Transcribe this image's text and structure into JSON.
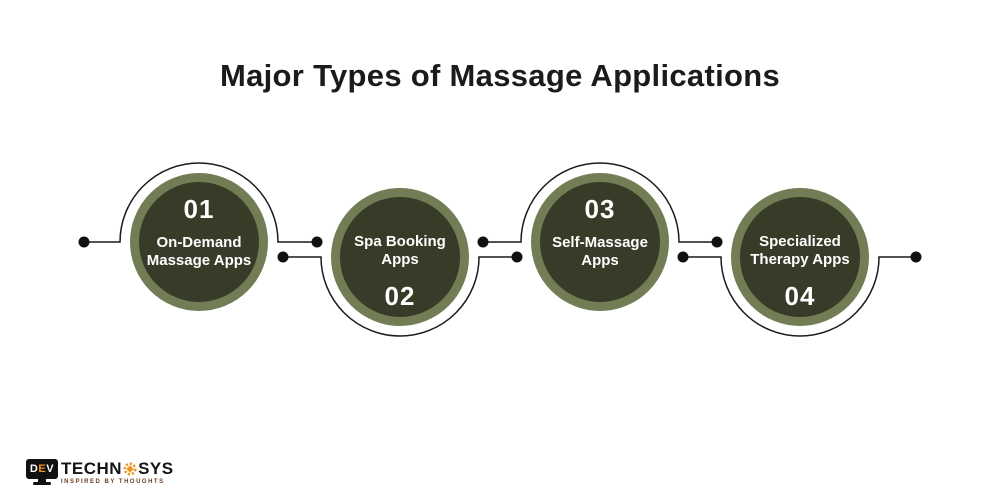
{
  "title": "Major Types of Massage Applications",
  "items": [
    {
      "number": "01",
      "label": "On-Demand Massage Apps",
      "lines": [
        "On-Demand",
        "Massage Apps"
      ]
    },
    {
      "number": "02",
      "label": "Spa Booking Apps",
      "lines": [
        "Spa Booking",
        "Apps"
      ]
    },
    {
      "number": "03",
      "label": "Self-Massage Apps",
      "lines": [
        "Self-Massage",
        "Apps"
      ]
    },
    {
      "number": "04",
      "label": "Specialized Therapy Apps",
      "lines": [
        "Specialized",
        "Therapy Apps"
      ]
    }
  ],
  "colors": {
    "background": "#FFFFFF",
    "circle_fill": "#373B27",
    "circle_ring": "#727D55",
    "connector_line": "#1A1A1A",
    "circle_text": "#FFFFFF",
    "title_text": "#1B1B1B",
    "logo_orange": "#F0941F",
    "logo_black": "#111111"
  },
  "logo": {
    "monitor_letters": [
      "D",
      "E",
      "V"
    ],
    "wordmark_prefix": "TECHN",
    "wordmark_suffix": "SYS",
    "gear_icon": "gear-icon",
    "tagline": "INSPIRED BY THOUGHTS"
  }
}
